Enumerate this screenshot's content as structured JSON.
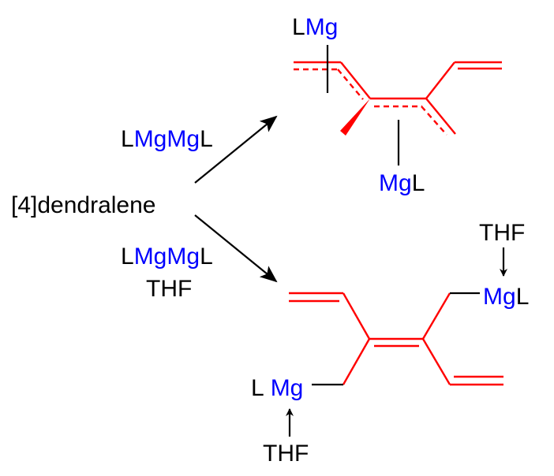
{
  "reactant": "[4]dendralene",
  "condition_top": {
    "l1": "L",
    "mg1": "Mg",
    "mg2": "Mg",
    "l2": "L"
  },
  "condition_bottom": {
    "l1": "L",
    "mg1": "Mg",
    "mg2": "Mg",
    "l2": "L",
    "solvent": "THF"
  },
  "product_top": {
    "label_a": {
      "l": "L",
      "mg": "Mg"
    },
    "label_b": {
      "mg": "Mg",
      "l": "L"
    }
  },
  "product_bottom": {
    "label_a": {
      "mg": "Mg",
      "l": "L",
      "thf": "THF"
    },
    "label_b": {
      "l": "L",
      "mg": "Mg",
      "thf": "THF"
    }
  },
  "colors": {
    "skeleton": "#ff0000",
    "magnesium": "#0000ff",
    "text": "#000000"
  }
}
